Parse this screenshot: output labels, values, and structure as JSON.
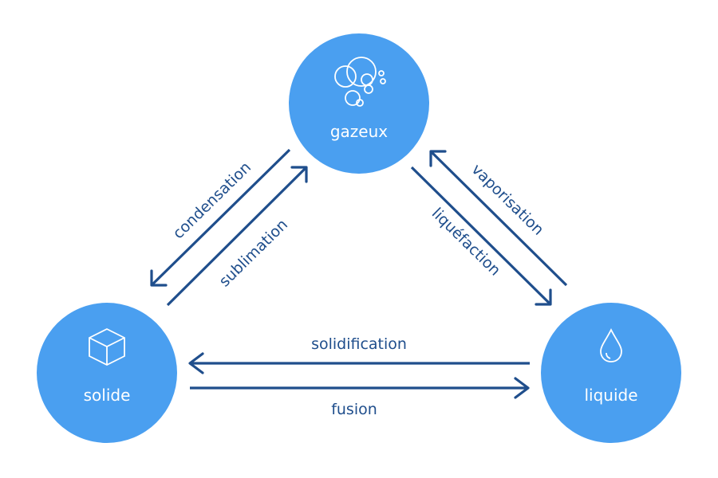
{
  "diagram": {
    "colors": {
      "node_fill": "#4a9ff0",
      "arrow": "#1f4e8c",
      "node_text": "#ffffff",
      "background": "#ffffff"
    },
    "nodes": {
      "gas": {
        "label": "gazeux",
        "icon": "bubbles-icon"
      },
      "solid": {
        "label": "solide",
        "icon": "cube-icon"
      },
      "liquid": {
        "label": "liquide",
        "icon": "droplet-icon"
      }
    },
    "transitions": {
      "condensation": "condensation",
      "sublimation": "sublimation",
      "vaporisation": "vaporisation",
      "liquefaction": "liquéfaction",
      "solidification": "solidification",
      "fusion": "fusion"
    }
  }
}
